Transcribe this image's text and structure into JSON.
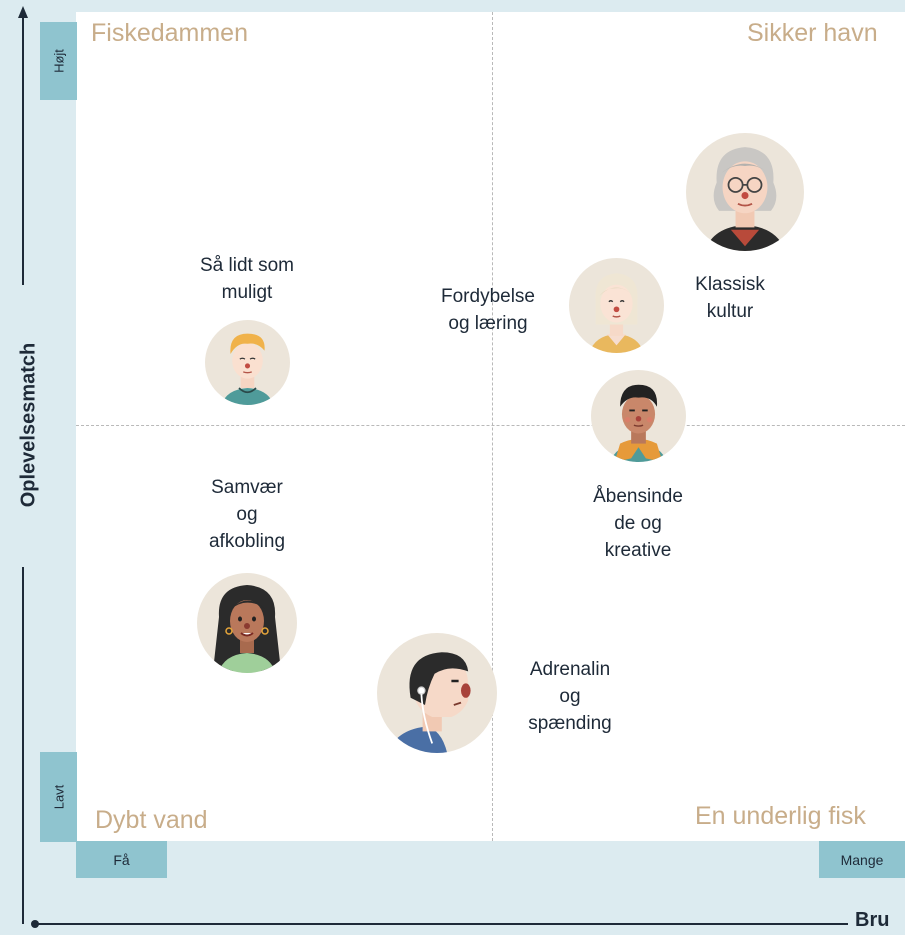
{
  "axes": {
    "y_label": "Oplevelsesmatch",
    "y_low": "Lavt",
    "y_high": "Højt",
    "x_label": "Bru",
    "x_low": "Få",
    "x_high": "Mange"
  },
  "quadrants": {
    "top_left": "Fiskedammen",
    "top_right": "Sikker havn",
    "bottom_left": "Dybt vand",
    "bottom_right": "En underlig fisk"
  },
  "segments": [
    {
      "id": "so_lidt",
      "label": "Så lidt som\nmuligt",
      "quadrant": "top-left",
      "avatar": "young-man-blond-icon"
    },
    {
      "id": "fordybelse",
      "label": "Fordybelse\nog læring",
      "quadrant": "top-right",
      "avatar": "blonde-woman-icon"
    },
    {
      "id": "klassisk",
      "label": "Klassisk\nkultur",
      "quadrant": "top-right",
      "avatar": "elderly-woman-glasses-icon"
    },
    {
      "id": "aabensinde",
      "label": "Åbensinde\nde og\nkreative",
      "quadrant": "bottom-right",
      "avatar": "man-scarf-icon"
    },
    {
      "id": "samvaer",
      "label": "Samvær\nog\nafkobling",
      "quadrant": "bottom-left",
      "avatar": "woman-earrings-icon"
    },
    {
      "id": "adrenalin",
      "label": "Adrenalin\nog\nspænding",
      "quadrant": "bottom-center",
      "avatar": "man-profile-earphone-icon"
    }
  ],
  "colors": {
    "background": "#dcebf0",
    "plot": "#ffffff",
    "tick_box": "#8fc4cf",
    "quadrant_text": "#c8ad8a",
    "text": "#1e2a38",
    "avatar_bg": "#ece5da"
  }
}
